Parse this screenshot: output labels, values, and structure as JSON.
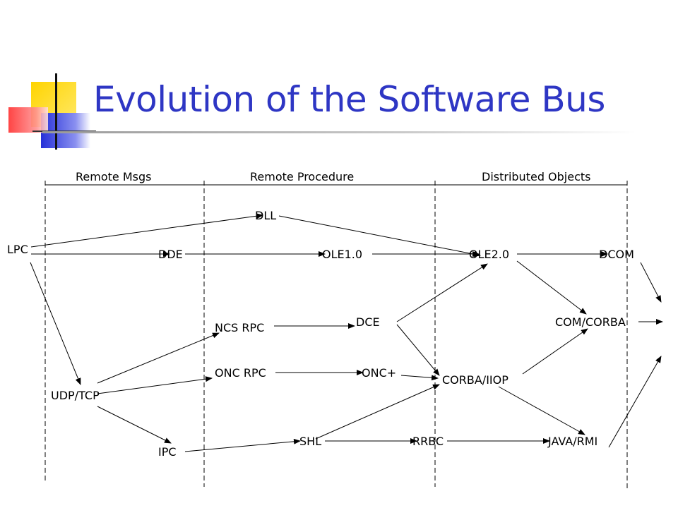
{
  "slide": {
    "title": "Evolution of the Software Bus"
  },
  "eras": [
    {
      "id": "remote-msgs",
      "label": "Remote Msgs"
    },
    {
      "id": "remote-procedure",
      "label": "Remote Procedure"
    },
    {
      "id": "distributed-objects",
      "label": "Distributed Objects"
    }
  ],
  "nodes": {
    "lpc": "LPC",
    "dll": "DLL",
    "dde": "DDE",
    "ole1": "OLE1.0",
    "ole2": "OLE2.0",
    "dcom": "DCOM",
    "ncs_rpc": "NCS RPC",
    "dce": "DCE",
    "com_corba": "COM/CORBA",
    "onc_rpc": "ONC RPC",
    "onc_plus": "ONC+",
    "corba_iiop": "CORBA/IIOP",
    "udp_tcp": "UDP/TCP",
    "ipc": "IPC",
    "shl": "SHL",
    "rrbc": "RRBC",
    "java_rmi": "JAVA/RMI"
  },
  "edges": [
    [
      "lpc",
      "dll"
    ],
    [
      "dll",
      "ole2"
    ],
    [
      "lpc",
      "dde"
    ],
    [
      "dde",
      "ole1"
    ],
    [
      "ole1",
      "ole2"
    ],
    [
      "ole2",
      "dcom"
    ],
    [
      "lpc",
      "udp_tcp"
    ],
    [
      "udp_tcp",
      "ncs_rpc"
    ],
    [
      "udp_tcp",
      "onc_rpc"
    ],
    [
      "udp_tcp",
      "ipc"
    ],
    [
      "ncs_rpc",
      "dce"
    ],
    [
      "dce",
      "ole2"
    ],
    [
      "dce",
      "corba_iiop"
    ],
    [
      "onc_rpc",
      "onc_plus"
    ],
    [
      "onc_plus",
      "corba_iiop"
    ],
    [
      "ipc",
      "shl"
    ],
    [
      "shl",
      "corba_iiop"
    ],
    [
      "shl",
      "rrbc"
    ],
    [
      "rrbc",
      "java_rmi"
    ],
    [
      "ole2",
      "com_corba"
    ],
    [
      "corba_iiop",
      "com_corba"
    ],
    [
      "corba_iiop",
      "java_rmi"
    ],
    [
      "dcom",
      "out"
    ],
    [
      "com_corba",
      "out"
    ],
    [
      "java_rmi",
      "out"
    ]
  ]
}
